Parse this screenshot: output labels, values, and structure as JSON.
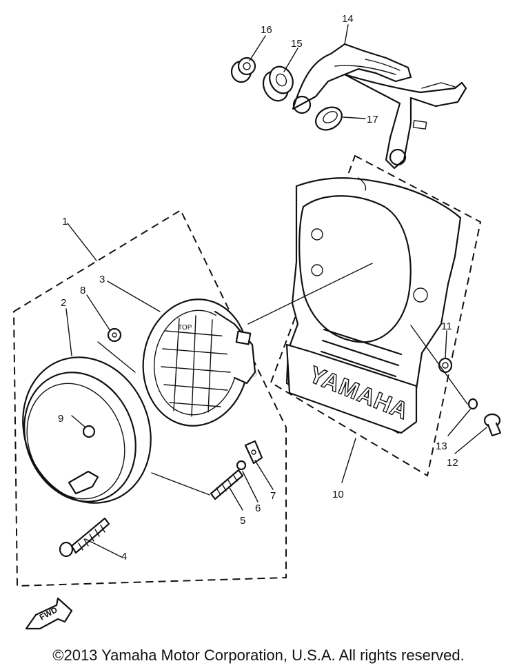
{
  "brand": {
    "cowl_lettering": "YAMAHA",
    "arrow_lettering": "FWD",
    "lens_lettering": "TOP"
  },
  "callouts": [
    {
      "id": "1",
      "label": "1"
    },
    {
      "id": "2",
      "label": "2"
    },
    {
      "id": "3",
      "label": "3"
    },
    {
      "id": "4",
      "label": "4"
    },
    {
      "id": "5",
      "label": "5"
    },
    {
      "id": "6",
      "label": "6"
    },
    {
      "id": "7",
      "label": "7"
    },
    {
      "id": "8",
      "label": "8"
    },
    {
      "id": "9",
      "label": "9"
    },
    {
      "id": "10",
      "label": "10"
    },
    {
      "id": "11",
      "label": "11"
    },
    {
      "id": "12",
      "label": "12"
    },
    {
      "id": "13",
      "label": "13"
    },
    {
      "id": "14",
      "label": "14"
    },
    {
      "id": "15",
      "label": "15"
    },
    {
      "id": "16",
      "label": "16"
    },
    {
      "id": "17",
      "label": "17"
    }
  ],
  "footer": {
    "copyright": "©2013 Yamaha Motor Corporation, U.S.A. All rights reserved."
  },
  "colors": {
    "ink": "#111111",
    "paper": "#ffffff"
  }
}
